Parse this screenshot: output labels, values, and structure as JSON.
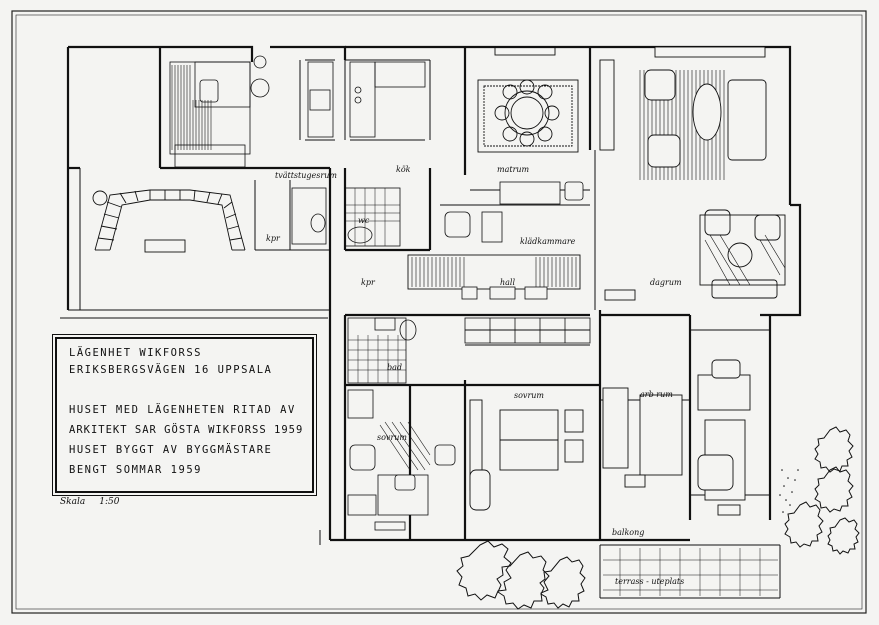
{
  "title_block": {
    "line1": "LÄGENHET WIKFORSS",
    "line2": "ERIKSBERGSVÄGEN 16  UPPSALA",
    "line3": "HUSET MED LÄGENHETEN RITAD AV",
    "line4": "ARKITEKT SAR GÖSTA WIKFORSS 1959",
    "line5": "HUSET BYGGT AV BYGGMÄSTARE",
    "line6": "BENGT SOMMAR 1959"
  },
  "scale": {
    "label": "Skala",
    "value": "1:50"
  },
  "rooms": {
    "tvattstuga": "tvättstugesrum",
    "kok": "kök",
    "matrum": "matrum",
    "klad": "klädkammare",
    "hall": "hall",
    "dagrum": "dagrum",
    "kpr1": "kpr",
    "kpr2": "kpr",
    "wc": "wc",
    "bad": "bad",
    "sovrum1": "sovrum",
    "sovrum2": "sovrum",
    "arbetsrum": "arb rum",
    "balkong": "balkong",
    "terrass": "terrass - uteplats"
  }
}
